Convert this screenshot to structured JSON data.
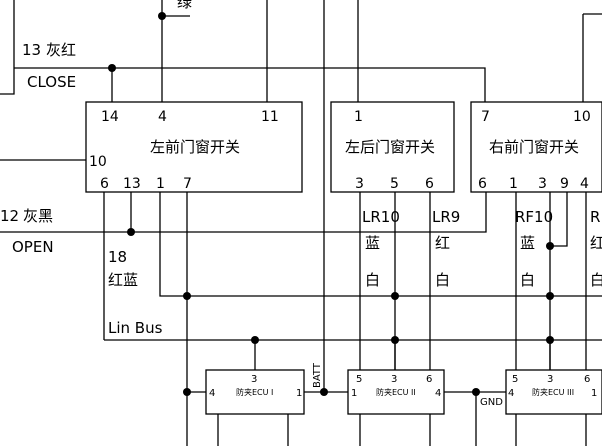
{
  "colors": {
    "line": "#000000",
    "background": "#ffffff"
  },
  "wires": {
    "top_color": "绿",
    "w13_num": "13",
    "w13_color": "灰红",
    "w13_signal": "CLOSE",
    "w12_num": "12",
    "w12_color": "灰黑",
    "w12_signal": "OPEN",
    "w18_num": "18",
    "w18_color": "红蓝",
    "lin_bus": "Lin Bus",
    "batt": "BATT",
    "gnd": "GND"
  },
  "switches": {
    "left_front": {
      "name": "左前门窗开关",
      "pins_top": [
        "14",
        "4",
        "11"
      ],
      "pin_side": "10",
      "pins_bottom": [
        "6",
        "13",
        "1",
        "7"
      ]
    },
    "left_rear": {
      "name": "左后门窗开关",
      "pin_top": "1",
      "pins_bottom": [
        "3",
        "5",
        "6"
      ]
    },
    "right_front": {
      "name": "右前门窗开关",
      "pins_top": [
        "7",
        "10"
      ],
      "pins_bottom": [
        "6",
        "1",
        "3",
        "9",
        "4"
      ]
    }
  },
  "lr_labels": {
    "lr10": "LR10",
    "lr10_c1": "蓝",
    "lr10_c2": "白",
    "lr9": "LR9",
    "lr9_c1": "红",
    "lr9_c2": "白"
  },
  "rf_labels": {
    "rf10": "RF10",
    "rf10_c1": "蓝",
    "rf10_c2": "白",
    "r_cut": "R",
    "r_c1": "红",
    "r_c2": "白"
  },
  "ecus": {
    "ecu1": {
      "name": "防夹ECU I",
      "pin_top": "3",
      "pin_left": "4",
      "pin_right": "1"
    },
    "ecu2": {
      "name": "防夹ECU II",
      "pin_top_a": "5",
      "pin_top_b": "3",
      "pin_top_c": "6",
      "pin_left": "1",
      "pin_right": "4"
    },
    "ecu3": {
      "name": "防夹ECU III",
      "pin_top_a": "5",
      "pin_top_b": "3",
      "pin_top_c": "6",
      "pin_left": "4",
      "pin_right": "1"
    }
  }
}
